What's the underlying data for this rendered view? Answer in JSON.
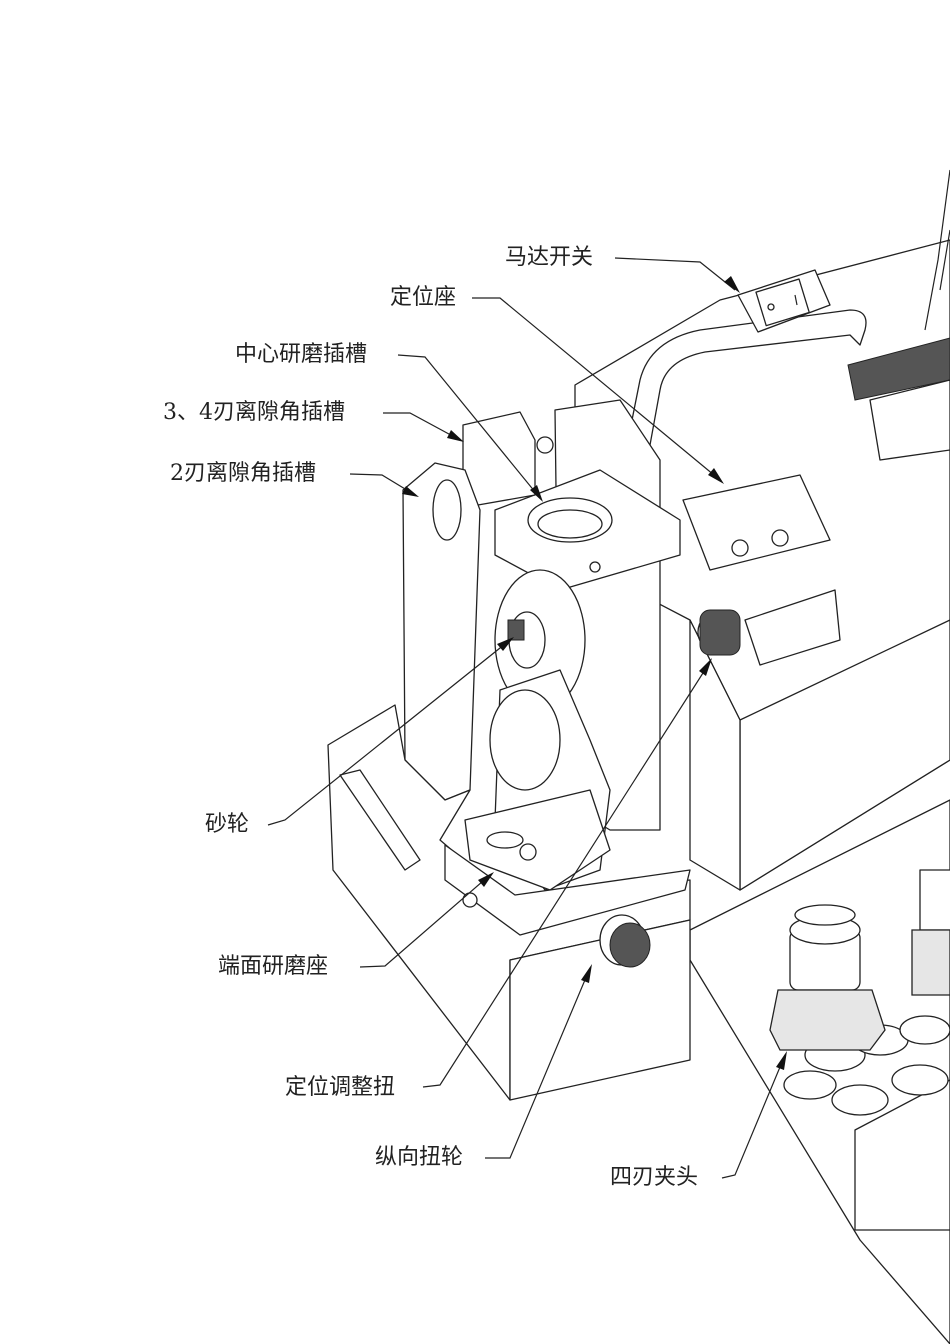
{
  "labels": {
    "motor_switch": "马达开关",
    "positioning_seat": "定位座",
    "center_grinding_slot": "中心研磨插槽",
    "flute34_clearance_slot": "3、4刃离隙角插槽",
    "flute2_clearance_slot": "2刃离隙角插槽",
    "grinding_wheel": "砂轮",
    "end_face_grinding_seat": "端面研磨座",
    "positioning_adjust_knob": "定位调整扭",
    "longitudinal_knob": "纵向扭轮",
    "four_flute_collet": "四刃夹头"
  }
}
